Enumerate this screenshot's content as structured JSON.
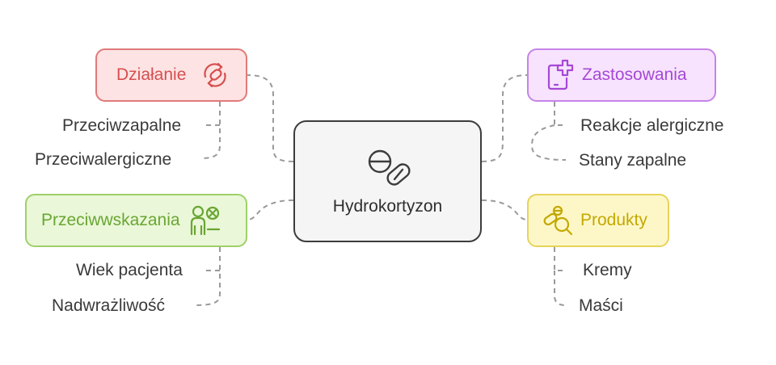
{
  "center": {
    "label": "Hydrokortyzon",
    "icon": "pills-icon"
  },
  "branches": {
    "dzialanie": {
      "label": "Działanie",
      "icon": "cycle-pill-icon",
      "color": "#d64f4f",
      "items": [
        "Przeciwzapalne",
        "Przeciwalergiczne"
      ]
    },
    "zastosowania": {
      "label": "Zastosowania",
      "icon": "medical-tablet-icon",
      "color": "#a648d6",
      "items": [
        "Reakcje alergiczne",
        "Stany zapalne"
      ]
    },
    "przeciwwskazania": {
      "label": "Przeciwwskazania",
      "icon": "patient-forbidden-icon",
      "color": "#6aa633",
      "items": [
        "Wiek pacjenta",
        "Nadwrażliwość"
      ]
    },
    "produkty": {
      "label": "Produkty",
      "icon": "pill-search-icon",
      "color": "#c4a800",
      "items": [
        "Kremy",
        "Maści"
      ]
    }
  },
  "colors": {
    "center_border": "#3c3c3c",
    "center_fill": "#f5f5f5",
    "connector": "#9a9a9a"
  }
}
